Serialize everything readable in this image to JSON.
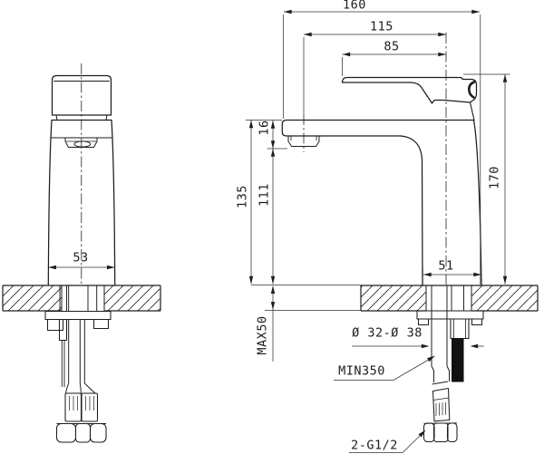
{
  "drawing": {
    "type": "technical-installation-drawing",
    "subject": "single-lever basin mixer faucet, front and side views with countertop section",
    "line_color": "#1d1d1d",
    "background_color": "#ffffff",
    "dims": {
      "reach_overall": "160",
      "reach_to_cartridge": "115",
      "lever_length": "85",
      "body_width": "53",
      "body_depth": "51",
      "spout_lip_height": "16",
      "aerator_height_above_deck": "111",
      "spout_height": "135",
      "total_height": "170",
      "counter_thickness_max": "MAX50",
      "hole_diameter_range": "Ø 32-Ø 38",
      "hose_length_min": "MIN350",
      "connection_thread": "2-G1/2"
    }
  }
}
